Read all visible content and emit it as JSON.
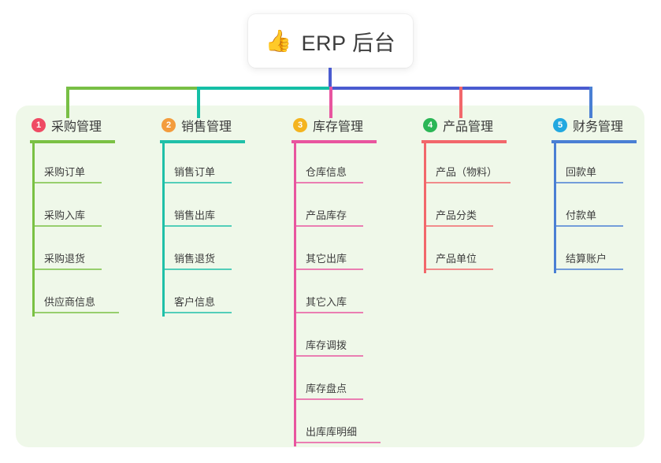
{
  "title": {
    "icon": "thumbs-up-icon",
    "emoji": "👍",
    "text": "ERP 后台"
  },
  "colors": {
    "panel_background": "#eff8e9",
    "stem": "#4a5bd0",
    "bus_green": "#78bf45",
    "bus_teal": "#14bfa6",
    "bus_blue": "#4a5bd0"
  },
  "columns": [
    {
      "number": "1",
      "title": "采购管理",
      "color": "#7ac143",
      "badge_color": "#ef4b64",
      "items": [
        {
          "label": "采购订单"
        },
        {
          "label": "采购入库"
        },
        {
          "label": "采购退货"
        },
        {
          "label": "供应商信息"
        }
      ]
    },
    {
      "number": "2",
      "title": "销售管理",
      "color": "#1fc0a8",
      "badge_color": "#f39c3d",
      "items": [
        {
          "label": "销售订单"
        },
        {
          "label": "销售出库"
        },
        {
          "label": "销售退货"
        },
        {
          "label": "客户信息"
        }
      ]
    },
    {
      "number": "3",
      "title": "库存管理",
      "color": "#e8559f",
      "badge_color": "#f4b41f",
      "items": [
        {
          "label": "仓库信息"
        },
        {
          "label": "产品库存"
        },
        {
          "label": "其它出库"
        },
        {
          "label": "其它入库"
        },
        {
          "label": "库存调拨"
        },
        {
          "label": "库存盘点"
        },
        {
          "label": "出库库明细"
        }
      ]
    },
    {
      "number": "4",
      "title": "产品管理",
      "color": "#f2676b",
      "badge_color": "#2bb656",
      "items": [
        {
          "label": "产品（物料）"
        },
        {
          "label": "产品分类"
        },
        {
          "label": "产品单位"
        }
      ]
    },
    {
      "number": "5",
      "title": "财务管理",
      "color": "#4a7fd4",
      "badge_color": "#22a8e0",
      "items": [
        {
          "label": "回款单"
        },
        {
          "label": "付款单"
        },
        {
          "label": "结算账户"
        }
      ]
    }
  ]
}
